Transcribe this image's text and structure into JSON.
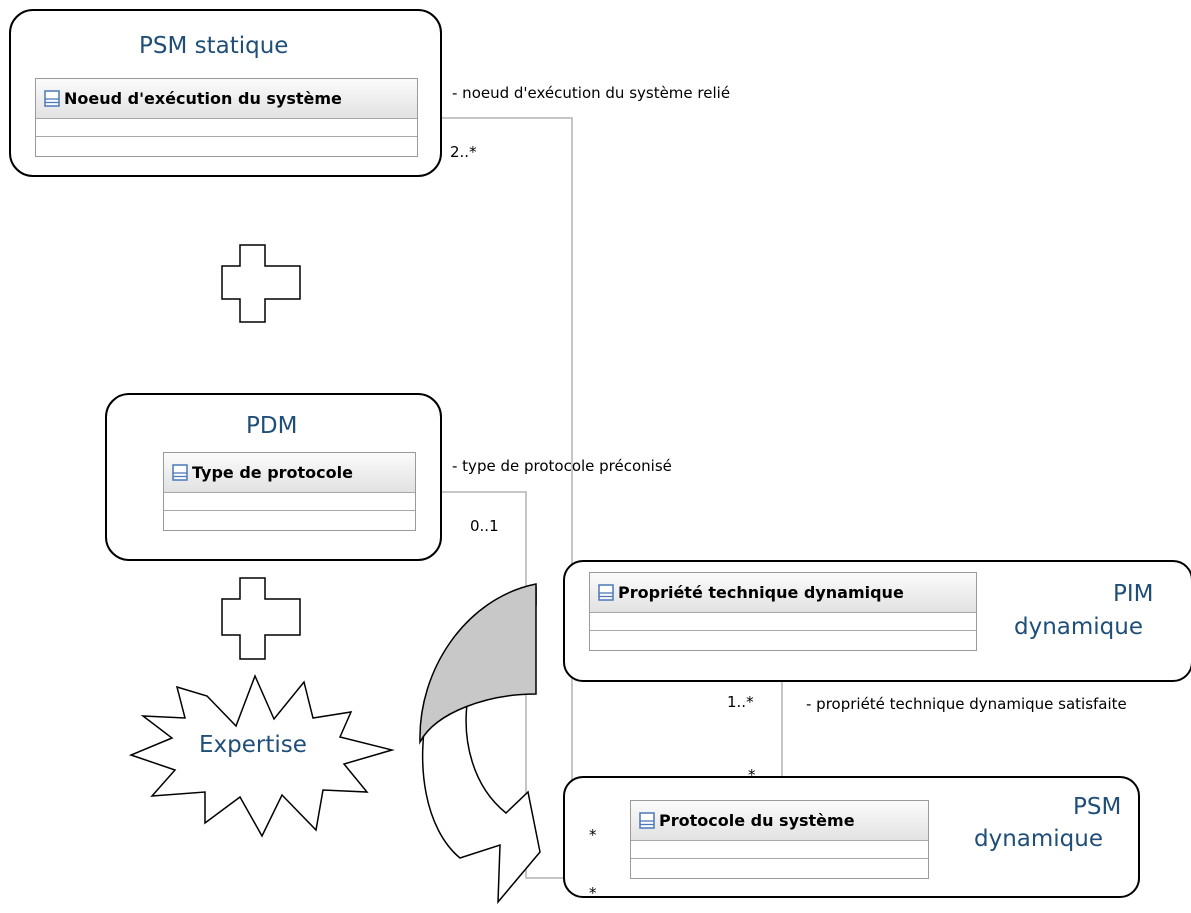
{
  "groups": {
    "psm_statique": "PSM statique",
    "pdm": "PDM",
    "pim_dynamique_1": "PIM",
    "pim_dynamique_2": "dynamique",
    "psm_dynamique_1": "PSM",
    "psm_dynamique_2": "dynamique"
  },
  "classes": {
    "noeud": "Noeud d'exécution du système",
    "type_protocole": "Type de protocole",
    "propriete": "Propriété technique dynamique",
    "protocole": "Protocole du système"
  },
  "associations": {
    "noeud_role": "- noeud d'exécution du système relié",
    "noeud_mult": "2..*",
    "type_role": "- type de protocole préconisé",
    "type_mult": "0..1",
    "prop_role": "- propriété technique dynamique satisfaite",
    "prop_mult": "1..*",
    "star_top": "*",
    "star_left1": "*",
    "star_left2": "*"
  },
  "expertise": "Expertise",
  "colors": {
    "title_blue": "#1f4e79",
    "connector_gray": "#b4b4b4",
    "arrow_fill": "#c8c8c8",
    "class_icon_blue": "#4a78b8"
  }
}
